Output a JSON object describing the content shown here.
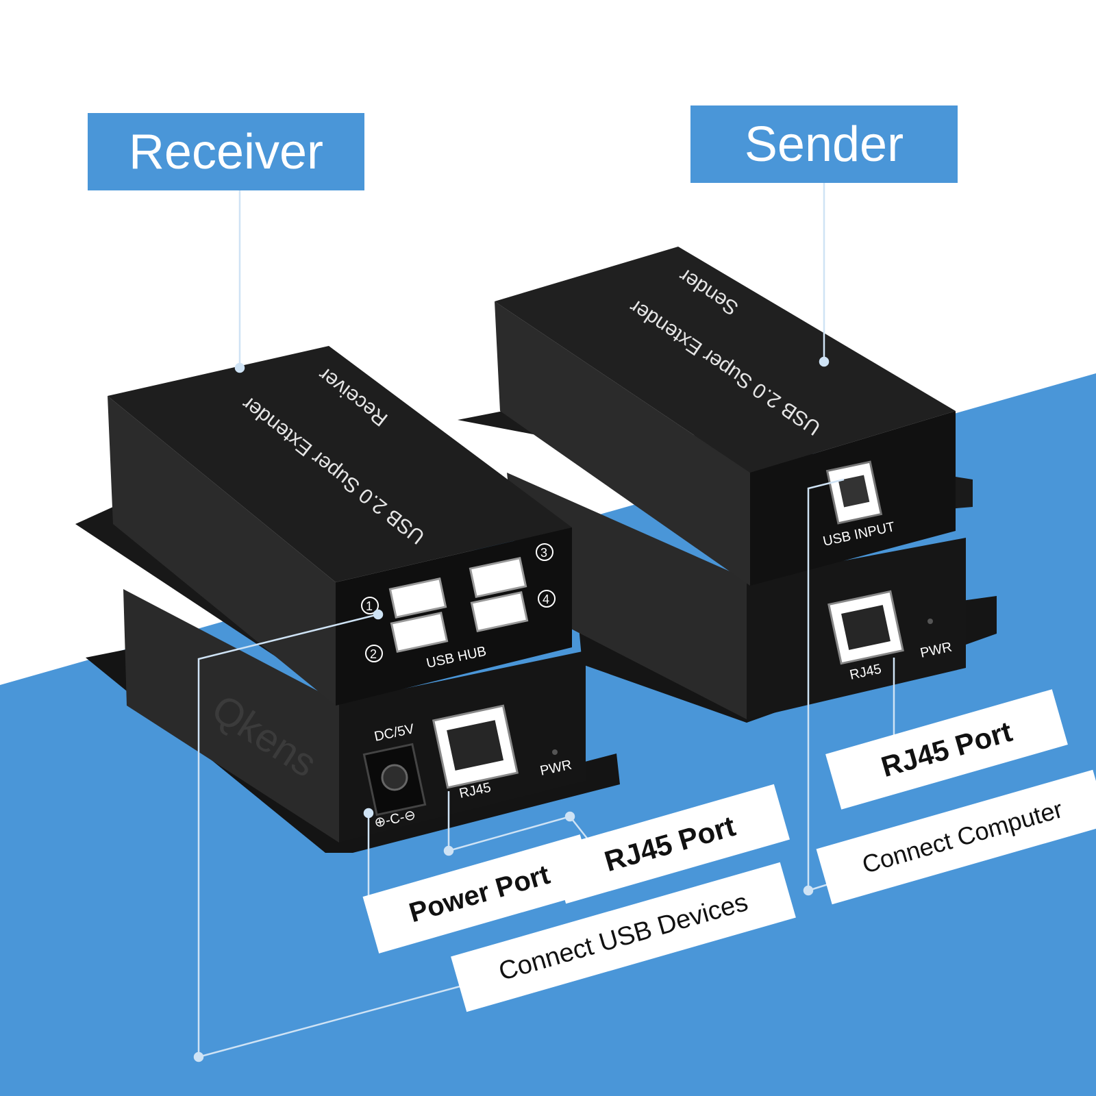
{
  "titles": {
    "receiver": "Receiver",
    "sender": "Sender"
  },
  "receiver_unit": {
    "brand_line": "USB 2.0  Super Extender",
    "model_line": "Receiver",
    "hub_label": "USB HUB",
    "port_numbers": [
      "1",
      "2",
      "3",
      "4"
    ],
    "power_label": "DC/5V",
    "polarity_label": "⊕-C-⊖",
    "rj45_label": "RJ45",
    "pwr_label": "PWR",
    "watermark": "Qkens"
  },
  "sender_unit": {
    "brand_line": "USB 2.0  Super Extender",
    "model_line": "Sender",
    "usb_input_label": "USB INPUT",
    "rj45_label": "RJ45",
    "pwr_label": "PWR"
  },
  "callouts": {
    "power_port": "Power Port",
    "rj45_port_receiver": "RJ45 Port",
    "connect_usb_devices": "Connect USB Devices",
    "rj45_port_sender": "RJ45 Port",
    "connect_computer": "Connect Computer"
  },
  "colors": {
    "accent_blue": "#4a96d8",
    "device_body": "#1c1c1c",
    "label_bg": "#ffffff"
  }
}
